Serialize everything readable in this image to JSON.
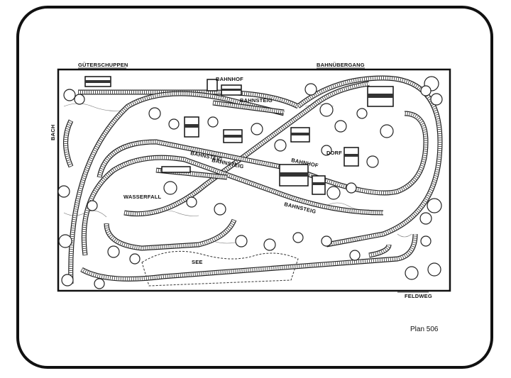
{
  "labels": {
    "gueterschuppen": "GÜTERSCHUPPEN",
    "bahnhof_top": "BAHNHOF",
    "bahnuebergang": "BAHNÜBERGANG",
    "bahnsteig_top": "BAHNSTEIG",
    "bach": "BACH",
    "dorf": "DORF",
    "bahnsteig_mid": "BAHNSTEIG",
    "bahnhof_mid": "BAHNHOF",
    "bahnsteig_left": "BAHNSTEIG",
    "wasserfall": "WASSERFALL",
    "bahnsteig_lower": "BAHNSTEIG",
    "see": "SEE",
    "feldweg": "FELDWEG"
  },
  "caption": "Plan 506",
  "colors": {
    "line": "#111111",
    "background": "#ffffff"
  }
}
